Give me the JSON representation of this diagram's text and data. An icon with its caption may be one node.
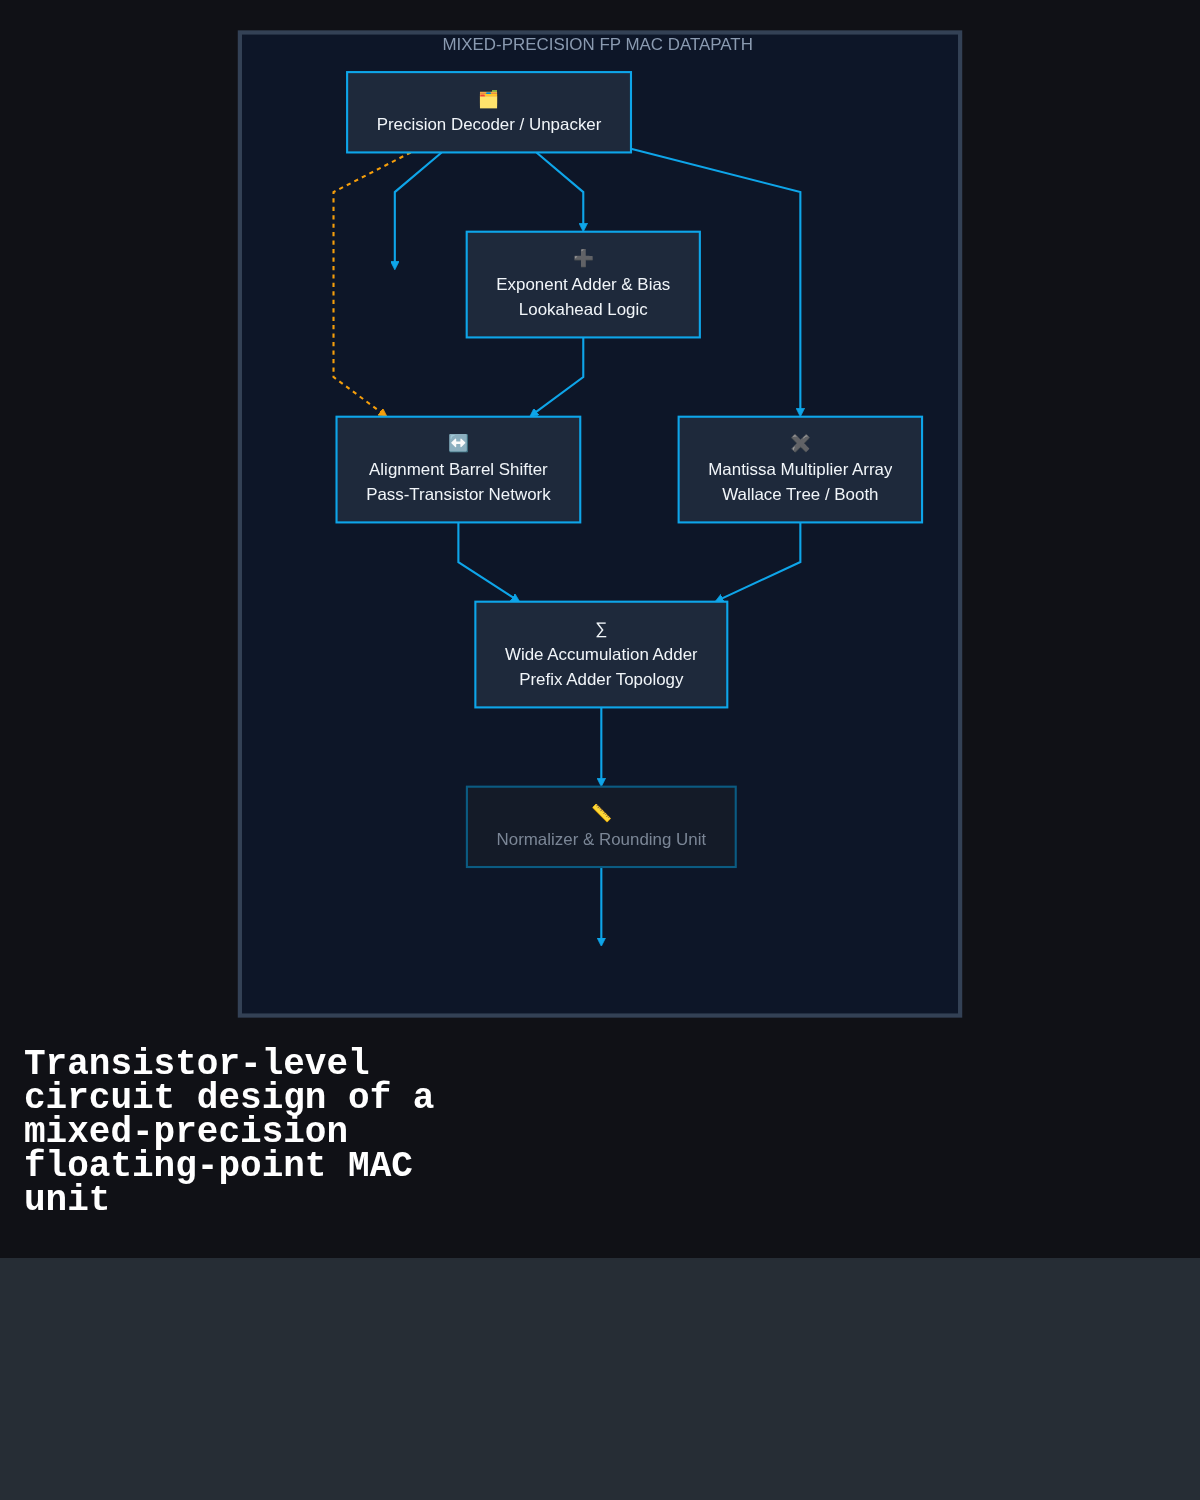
{
  "diagram": {
    "title": "Transistor-level circuit design of a mixed-precision floating-point MAC unit",
    "nodes": [
      {
        "text": [
          "MIXED-PRECISION FP MAC DATAPATH"
        ]
      },
      {
        "text": [
          "🗂️",
          "Precision Decoder / Unpacker"
        ],
        "in": 0
      },
      {
        "text": [
          "➕",
          "Exponent Adder & Bias",
          "Lookahead Logic"
        ],
        "in": 0
      },
      {
        "text": [
          "✖️",
          "Mantissa Multiplier Array",
          "Wallace Tree / Booth"
        ],
        "in": 0
      },
      {
        "text": [
          "↔️",
          "Alignment Barrel Shifter",
          "Pass-Transistor Network"
        ],
        "in": 0
      },
      {
        "text": [
          "∑",
          "Wide Accumulation Adder",
          "Prefix Adder Topology"
        ],
        "in": 0
      },
      {
        "text": [
          "📏",
          "Normalizer & Rounding Unit"
        ],
        "in": 0
      }
    ],
    "edges": [
      {
        "from": 1,
        "to": 2,
        "arrow": "to"
      },
      {
        "from": 1,
        "to": null,
        "arrow": "to"
      },
      {
        "from": 1,
        "to": 3,
        "arrow": "to"
      },
      {
        "from": 1,
        "to": 4,
        "arrow": "to",
        "style": "dashed",
        "color": "#f59e0b"
      },
      {
        "from": 2,
        "to": 4,
        "arrow": "to"
      },
      {
        "from": 4,
        "to": 5,
        "arrow": "to"
      },
      {
        "from": 3,
        "to": 5,
        "arrow": "to"
      },
      {
        "from": 5,
        "to": 6,
        "arrow": "to"
      },
      {
        "from": 6,
        "to": null,
        "arrow": "to"
      }
    ]
  }
}
